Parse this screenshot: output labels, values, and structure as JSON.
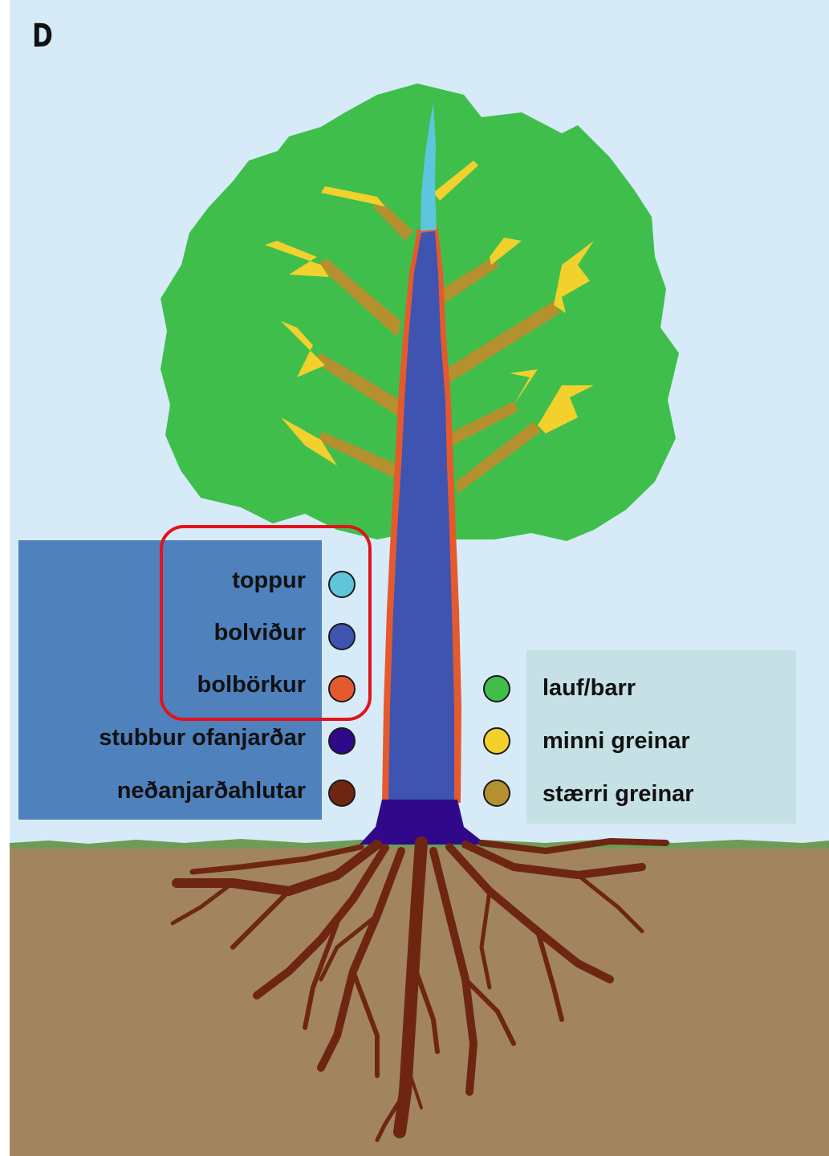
{
  "panel_label": "D",
  "colors": {
    "sky": "#d6ebf7",
    "ground": "#a2855f",
    "grass": "#6f9b56",
    "canopy": "#3fbe4c",
    "larger_branches": "#b5902e",
    "smaller_branches": "#f2d12c",
    "top": "#5fc5dc",
    "stem_wood": "#3f54b0",
    "stem_bark": "#e45a2e",
    "stump": "#30098a",
    "roots": "#6e2613",
    "legend_left_bg": "#4f81bd",
    "legend_right_bg": "#c6e1e6",
    "highlight": "#e3131b"
  },
  "legend_left": [
    {
      "label": "toppur",
      "color": "#5fc5dc"
    },
    {
      "label": "bolviður",
      "color": "#3f54b0"
    },
    {
      "label": "bolbörkur",
      "color": "#e45a2e"
    },
    {
      "label": "stubbur ofanjarðar",
      "color": "#30098a"
    },
    {
      "label": "neðanjarðahlutar",
      "color": "#6e2613"
    }
  ],
  "legend_right": [
    {
      "label": "lauf/barr",
      "color": "#3fbe4c"
    },
    {
      "label": "minni greinar",
      "color": "#f2d12c"
    },
    {
      "label": "stærri greinar",
      "color": "#b5902e"
    }
  ]
}
